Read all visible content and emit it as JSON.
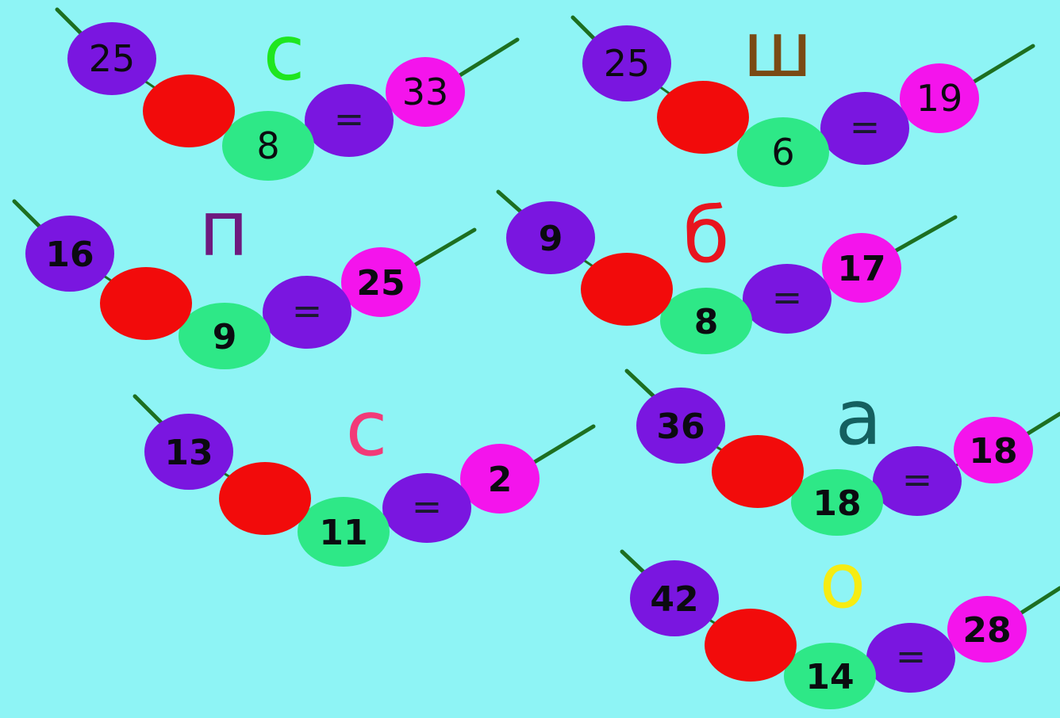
{
  "canvas": {
    "background": "#8ef4f5",
    "colors": {
      "stem": "#1d6f21",
      "first_bead": "#7a16e0",
      "blank_bead": "#f20b0b",
      "subtrahend_bead": "#2ee887",
      "equals_bead": "#7a16e0",
      "result_bead": "#f414ec",
      "digit": "#0b0b10"
    }
  },
  "puzzles": [
    {
      "minuend": "25",
      "blank": "",
      "subtrahend": "8",
      "equals": "=",
      "result": "33",
      "letter": "с",
      "letter_color": "#1fe61f",
      "digit_style": "thin"
    },
    {
      "minuend": "25",
      "blank": "",
      "subtrahend": "6",
      "equals": "=",
      "result": "19",
      "letter": "ш",
      "letter_color": "#7a4a14",
      "digit_style": "thin"
    },
    {
      "minuend": "16",
      "blank": "",
      "subtrahend": "9",
      "equals": "=",
      "result": "25",
      "letter": "п",
      "letter_color": "#6e1a7e",
      "digit_style": "bold"
    },
    {
      "minuend": "9",
      "blank": "",
      "subtrahend": "8",
      "equals": "=",
      "result": "17",
      "letter": "б",
      "letter_color": "#e8141e",
      "digit_style": "bold"
    },
    {
      "minuend": "13",
      "blank": "",
      "subtrahend": "11",
      "equals": "=",
      "result": "2",
      "letter": "с",
      "letter_color": "#f23a78",
      "digit_style": "bold"
    },
    {
      "minuend": "36",
      "blank": "",
      "subtrahend": "18",
      "equals": "=",
      "result": "18",
      "letter": "а",
      "letter_color": "#146060",
      "digit_style": "bold"
    },
    {
      "minuend": "42",
      "blank": "",
      "subtrahend": "14",
      "equals": "=",
      "result": "28",
      "letter": "о",
      "letter_color": "#f6ec12",
      "digit_style": "bold"
    }
  ]
}
